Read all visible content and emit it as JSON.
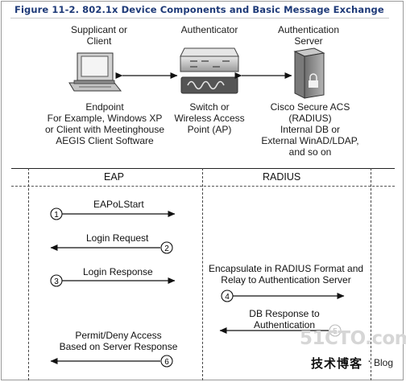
{
  "title": "Figure 11-2. 802.1x Device Components and Basic Message Exchange",
  "components": {
    "supplicant": {
      "heading": [
        "Supplicant or",
        "Client"
      ],
      "caption": [
        "Endpoint",
        "For Example, Windows XP",
        "or Client with Meetinghouse",
        "AEGIS Client Software"
      ]
    },
    "authenticator": {
      "heading": [
        "Authenticator"
      ],
      "caption": [
        "Switch or",
        "Wireless Access",
        "Point (AP)"
      ]
    },
    "server": {
      "heading": [
        "Authentication",
        "Server"
      ],
      "caption": [
        "Cisco Secure ACS",
        "(RADIUS)",
        "Internal DB or",
        "External WinAD/LDAP,",
        "and so on"
      ]
    }
  },
  "protocols": {
    "left": "EAP",
    "right": "RADIUS"
  },
  "messages": [
    {
      "num": "1",
      "lines": [
        "EAPoLStart"
      ]
    },
    {
      "num": "2",
      "lines": [
        "Login Request"
      ]
    },
    {
      "num": "3",
      "lines": [
        "Login Response"
      ]
    },
    {
      "num": "4",
      "lines": [
        "Encapsulate in RADIUS Format and",
        "Relay to Authentication Server"
      ]
    },
    {
      "num": "5",
      "lines": [
        "DB Response to",
        "Authentication"
      ]
    },
    {
      "num": "6",
      "lines": [
        "Permit/Deny Access",
        "Based on Server Response"
      ]
    }
  ],
  "watermark": {
    "site": "51CTO.com",
    "cn": "技术博客",
    "sep": "·",
    "blog": "Blog"
  }
}
